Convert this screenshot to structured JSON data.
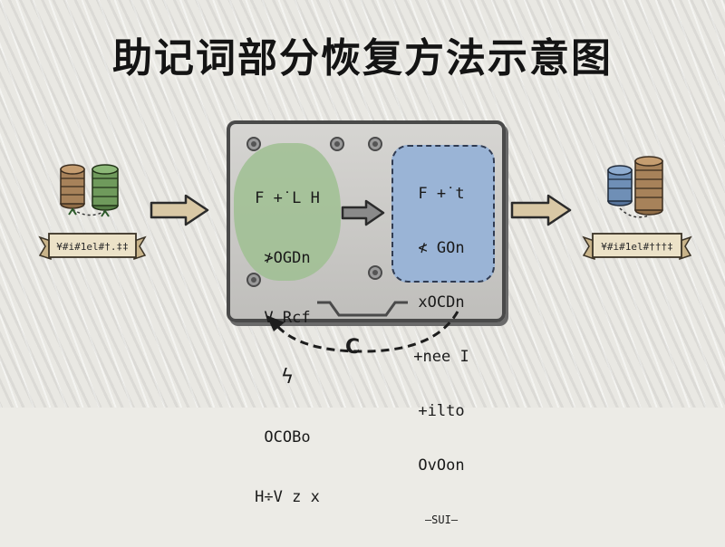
{
  "title": "助记词部分恢复方法示意图",
  "left_banner_text": "¥#i#1el#†.‡‡",
  "right_banner_text": "¥#i#1el#†††‡",
  "panel_left_lines": [
    "F +̇ L H",
    "≯OGDn",
    "V Rcf",
    "ϟ",
    "OCOBo",
    "H÷V z x"
  ],
  "panel_right_lines": [
    "F +̇ t",
    "≮ GOn",
    "xOCDn",
    "+nee I",
    "+ilto",
    "OvOon",
    "—SUI—"
  ],
  "loop_label": "C",
  "colors": {
    "green_coins": "#6f9a5c",
    "brown_coins": "#a7825a",
    "blue_coins": "#6f8fb6",
    "green_blob": "#9fbf92",
    "blue_blob": "#9ab4d6",
    "arrow_fill": "#d9c8a5"
  },
  "icons": [
    "coin-stack-icon",
    "arrow-right-icon",
    "lightning-icon",
    "loop-arrow-icon"
  ]
}
